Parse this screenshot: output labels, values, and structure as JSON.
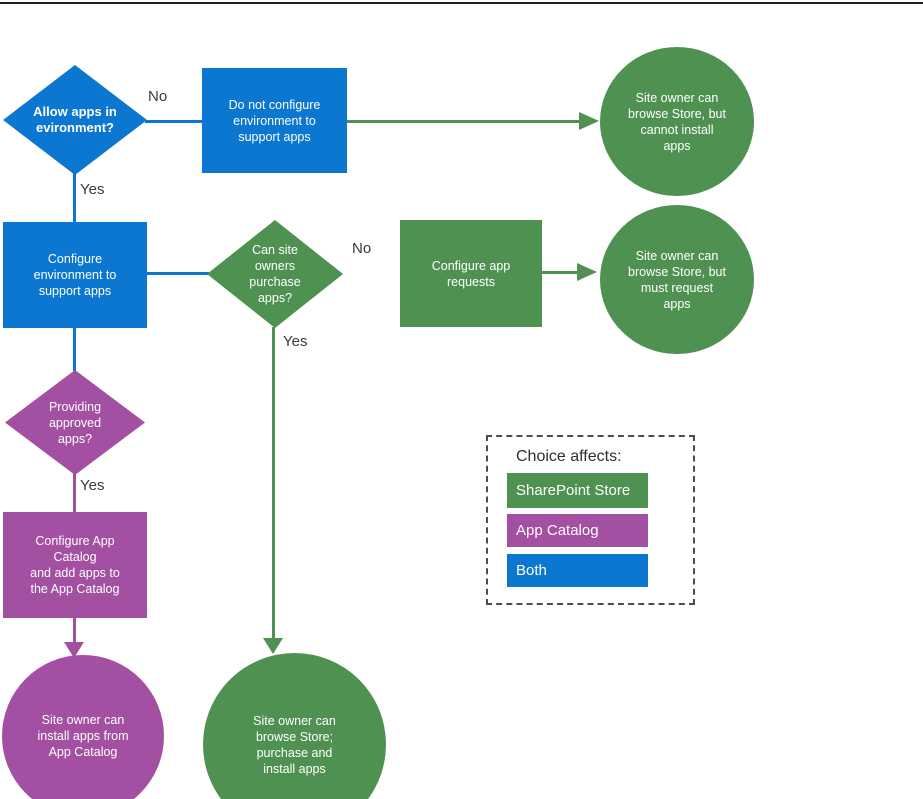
{
  "page": {
    "background": "#ffffff",
    "top_rule_color": "#202020"
  },
  "palette": {
    "blue_both": "#0b77d0",
    "green_sharepoint_store": "#4f9151",
    "purple_app_catalog": "#a350a2",
    "edge_label_text": "#3b3b3b"
  },
  "nodes": {
    "allow_apps": {
      "shape": "diamond",
      "color": "blue",
      "text": "Allow apps in\nevironment?"
    },
    "do_not_configure": {
      "shape": "rectangle",
      "color": "blue",
      "text": "Do not configure\nenvironment to\nsupport apps"
    },
    "browse_cannot_install": {
      "shape": "circle",
      "color": "green",
      "text": "Site owner can\nbrowse Store, but\ncannot install\napps"
    },
    "configure_env": {
      "shape": "rectangle",
      "color": "blue",
      "text": "Configure\nenvironment to\nsupport apps"
    },
    "purchase_apps": {
      "shape": "diamond",
      "color": "green",
      "text": "Can site\nowners\npurchase\napps?"
    },
    "configure_app_requests": {
      "shape": "rectangle",
      "color": "green",
      "text": "Configure app\nrequests"
    },
    "browse_must_request": {
      "shape": "circle",
      "color": "green",
      "text": "Site owner can\nbrowse Store, but\nmust request\napps"
    },
    "providing_approved": {
      "shape": "diamond",
      "color": "purple",
      "text": "Providing\napproved\napps?"
    },
    "configure_app_catalog": {
      "shape": "rectangle",
      "color": "purple",
      "text": "Configure App\nCatalog\nand add apps to\nthe App Catalog"
    },
    "install_from_catalog": {
      "shape": "circle",
      "color": "purple",
      "text": "Site owner can\ninstall apps from\nApp Catalog"
    },
    "browse_purchase_install": {
      "shape": "circle",
      "color": "green",
      "text": "Site owner can\nbrowse Store;\npurchase and\ninstall apps"
    }
  },
  "edge_labels": {
    "no_allow_apps": "No",
    "yes_allow_apps": "Yes",
    "no_purchase": "No",
    "yes_purchase": "Yes",
    "yes_providing": "Yes"
  },
  "legend": {
    "title": "Choice affects:",
    "items": [
      {
        "label": "SharePoint Store",
        "color": "#4f9151"
      },
      {
        "label": "App Catalog",
        "color": "#a350a2"
      },
      {
        "label": "Both",
        "color": "#0b77d0"
      }
    ]
  }
}
